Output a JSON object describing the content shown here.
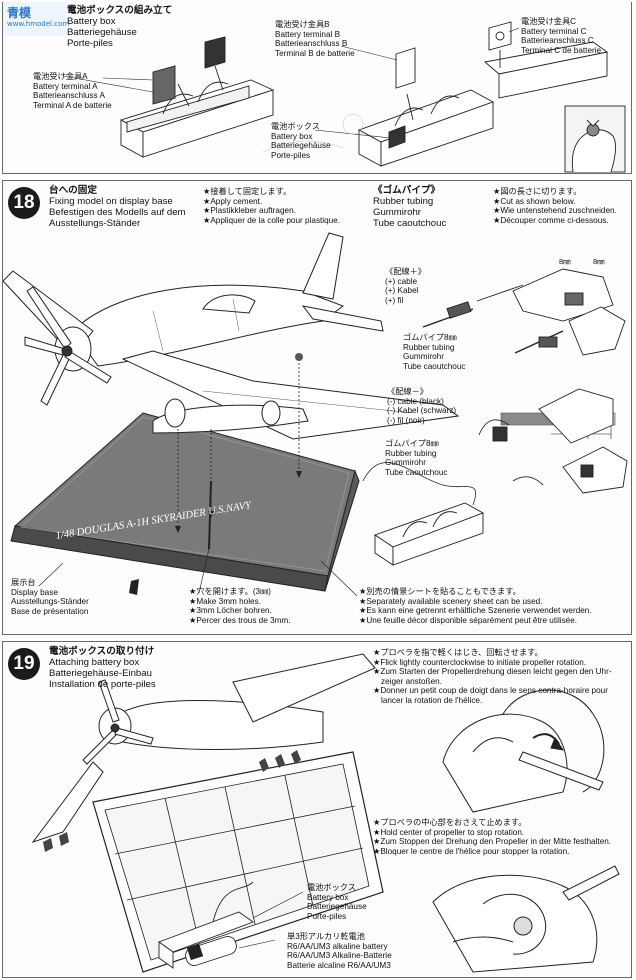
{
  "step17": {
    "title": [
      "電池ボックスの組み立て",
      "Battery box",
      "Batteriegehäuse",
      "Porte-piles"
    ],
    "terminal_a": [
      "電池受け金具A",
      "Battery terminal A",
      "Batterieanschluss A",
      "Terminal A de batterie"
    ],
    "terminal_b": [
      "電池受け金具B",
      "Battery terminal B",
      "Batterieanschluss B",
      "Terminal B de batterie"
    ],
    "terminal_c": [
      "電池受け金具C",
      "Battery terminal C",
      "Batterieanschluss C",
      "Terminal C de batterie"
    ],
    "battery_box": [
      "電池ボックス",
      "Battery box",
      "Batteriegehäuse",
      "Porte-piles"
    ]
  },
  "step18": {
    "number": "18",
    "title": [
      "台への固定",
      "Fixing model on display base",
      "Befestigen des Modells auf dem",
      "Ausstellungs-Ständer"
    ],
    "cement": [
      "★接着して固定します。",
      "★Apply cement.",
      "★Plastikkleber auftragen.",
      "★Appliquer de la colle pour plastique."
    ],
    "tubing_header": [
      "《ゴムパイプ》",
      "Rubber tubing",
      "Gummirohr",
      "Tube caoutchouc"
    ],
    "cut": [
      "★図の長さに切ります。",
      "★Cut as shown below.",
      "★Wie untenstehend zuschneiden.",
      "★Découper comme ci-dessous."
    ],
    "dim_label": "8㎜",
    "plus_cable": [
      "《配線＋》",
      "(+) cable",
      "(+) Kabel",
      "(+) fil"
    ],
    "tubing1": [
      "ゴムパイプ8㎜",
      "Rubber tubing",
      "Gummirohr",
      "Tube caoutchouc"
    ],
    "minus_cable": [
      "《配線－》",
      "(-) cable (black)",
      "(-) Kabel (schwarz)",
      "(-) fil (noir)"
    ],
    "tubing2": [
      "ゴムパイプ8㎜",
      "Rubber tubing",
      "Gummirohr",
      "Tube caoutchouc"
    ],
    "base_plate_label": "1/48 DOUGLAS A-1H SKYRAIDER U.S.NAVY",
    "display_base": [
      "展示台",
      "Display base",
      "Ausstellungs-Ständer",
      "Base de présentation"
    ],
    "holes": [
      "★穴を開けます。(3㎜)",
      "★Make 3mm holes.",
      "★3mm Löcher bohren.",
      "★Percer des trous de 3mm."
    ],
    "scenery": [
      "★別売の情景シートを貼ることもできます。",
      "★Separately available scenery sheet can be used.",
      "★Es kann eine getrennt erhältliche Szenerie verwendet werden.",
      "★Une feuille décor disponible séparément peut être utilisée."
    ]
  },
  "step19": {
    "number": "19",
    "title": [
      "電池ボックスの取り付け",
      "Attaching battery box",
      "Batteriegehäuse-Einbau",
      "Installation de porte-piles"
    ],
    "flick": [
      "★プロペラを指で軽くはじき、回転させます。",
      "★Flick lightly counterclockwise to initiate propeller rotation.",
      "★Zum Starten der Propellerdrehung diesen leicht gegen den Uhr-",
      "zeiger anstoßen.",
      "★Donner un petit coup de doigt dans le sens contra-horaire pour",
      "lancer la rotation de l'hélice."
    ],
    "hold": [
      "★プロペラの中心部をおさえて止めます。",
      "★Hold center of propeller to stop rotation.",
      "★Zum Stoppen der Drehung den Propeller in der Mitte festhalten.",
      "★Bloquer le centre de l'hélice pour stopper la rotation."
    ],
    "battery_box": [
      "電池ボックス",
      "Battery box",
      "Batteriegehäuse",
      "Porte-piles"
    ],
    "battery": [
      "単3形アルカリ乾電池",
      "R6/AA/UM3 alkaline battery",
      "R6/AA/UM3 Alkaline-Batterie",
      "Batterie alcaline R6/AA/UM3"
    ]
  },
  "watermark": {
    "text": "青模",
    "url": "www.hmodel.com"
  },
  "colors": {
    "badge": "#1a1a1a",
    "base_top": "#7a7a7a",
    "base_side": "#4a4a4a",
    "tube_grey": "#8a8a8a"
  }
}
